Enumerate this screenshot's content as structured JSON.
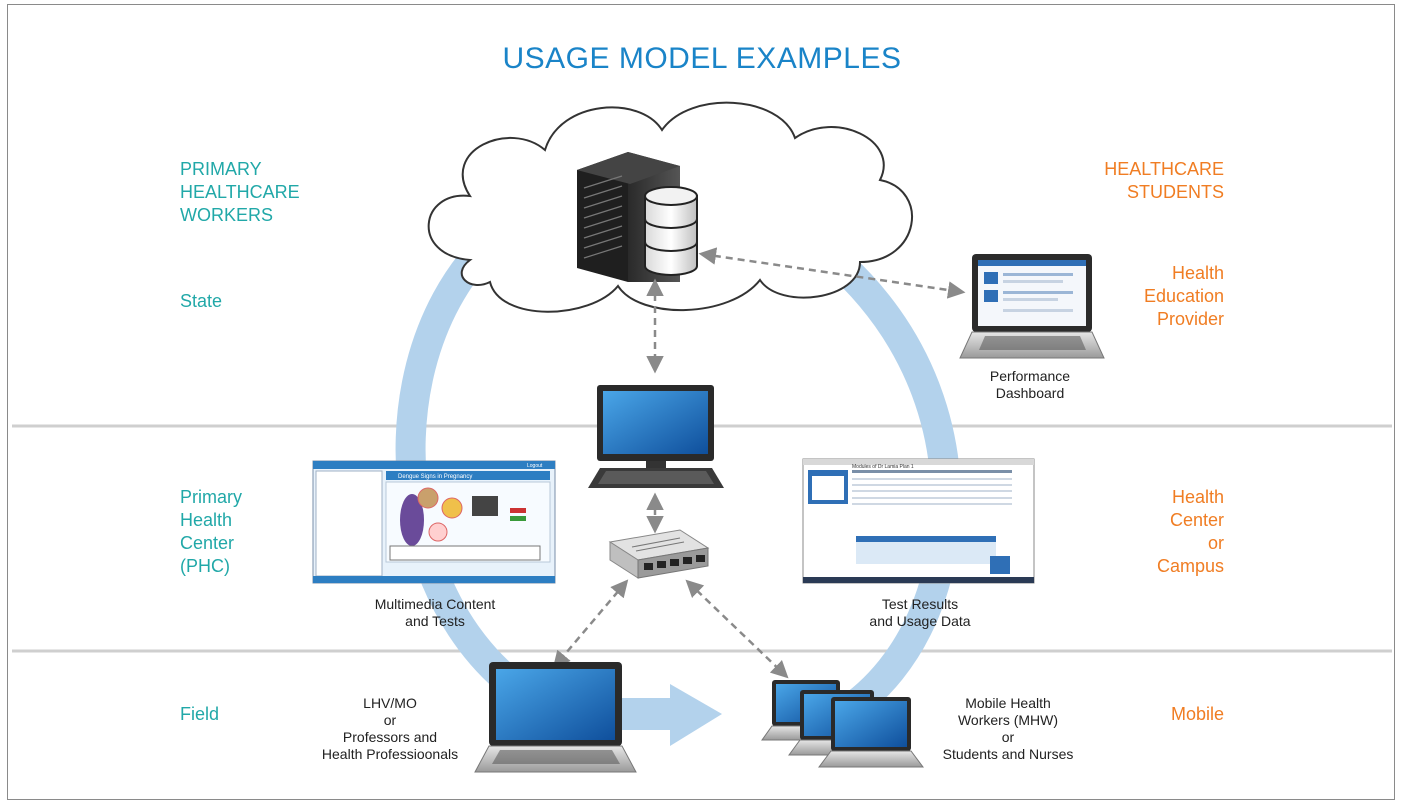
{
  "title": "USAGE MODEL EXAMPLES",
  "colors": {
    "title": "#1a84c8",
    "teal": "#21a8a8",
    "orange": "#f07d23",
    "arrow": "#b3d2ec",
    "divider": "#c9c9c9"
  },
  "left_group": {
    "heading": "PRIMARY\nHEALTHCARE\nWORKERS",
    "tiers": {
      "state": "State",
      "center": "Primary\nHealth\nCenter\n(PHC)",
      "field": "Field"
    }
  },
  "right_group": {
    "heading": "HEALTHCARE\nSTUDENTS",
    "tiers": {
      "state": "Health\nEducation\nProvider",
      "center": "Health\nCenter\nor\nCampus",
      "field": "Mobile"
    }
  },
  "captions": {
    "dashboard": "Performance\nDashboard",
    "multimedia": "Multimedia Content\nand Tests",
    "test_results": "Test Results\nand Usage Data",
    "lhv": "LHV/MO\nor\nProfessors and\nHealth Professioonals",
    "mhw": "Mobile Health\nWorkers (MHW)\nor\nStudents and Nurses"
  },
  "screens": {
    "multimedia_title": "Dengue Signs in Pregnancy",
    "multimedia_logout": "Logout",
    "test_title": "Modules of Dr Lamia Plan 1"
  },
  "icons": [
    "cloud-icon",
    "server-icon",
    "database-icon",
    "desktop-icon",
    "network-switch-icon",
    "laptop-icon"
  ]
}
